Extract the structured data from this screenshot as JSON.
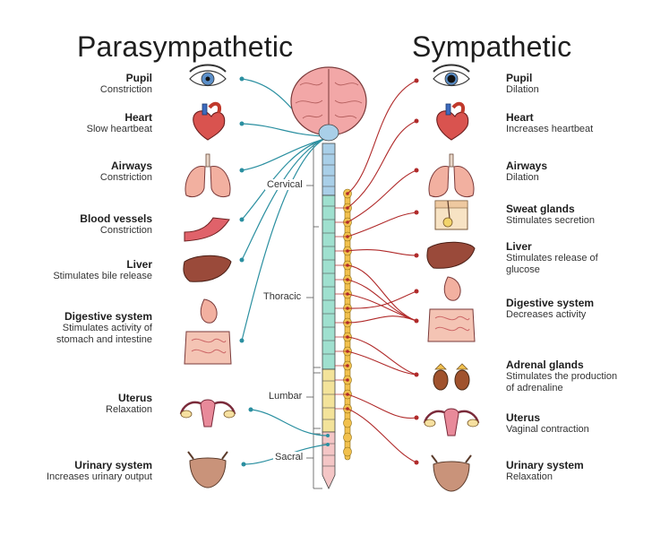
{
  "titles": {
    "left": "Parasympathetic",
    "right": "Sympathetic"
  },
  "parasympathetic": [
    {
      "name": "Pupil",
      "desc": [
        "Constriction"
      ]
    },
    {
      "name": "Heart",
      "desc": [
        "Slow heartbeat"
      ]
    },
    {
      "name": "Airways",
      "desc": [
        "Constriction"
      ]
    },
    {
      "name": "Blood vessels",
      "desc": [
        "Constriction"
      ]
    },
    {
      "name": "Liver",
      "desc": [
        "Stimulates bile release"
      ]
    },
    {
      "name": "Digestive system",
      "desc": [
        "Stimulates activity of",
        "stomach and intestine"
      ]
    },
    {
      "name": "Uterus",
      "desc": [
        "Relaxation"
      ]
    },
    {
      "name": "Urinary system",
      "desc": [
        "Increases urinary output"
      ]
    }
  ],
  "sympathetic": [
    {
      "name": "Pupil",
      "desc": [
        "Dilation"
      ]
    },
    {
      "name": "Heart",
      "desc": [
        "Increases heartbeat"
      ]
    },
    {
      "name": "Airways",
      "desc": [
        "Dilation"
      ]
    },
    {
      "name": "Sweat glands",
      "desc": [
        "Stimulates secretion"
      ]
    },
    {
      "name": "Liver",
      "desc": [
        "Stimulates release of",
        "glucose"
      ]
    },
    {
      "name": "Digestive system",
      "desc": [
        "Decreases activity"
      ]
    },
    {
      "name": "Adrenal glands",
      "desc": [
        "Stimulates the production",
        "of adrenaline"
      ]
    },
    {
      "name": "Uterus",
      "desc": [
        "Vaginal contraction"
      ]
    },
    {
      "name": "Urinary system",
      "desc": [
        "Relaxation"
      ]
    }
  ],
  "spine_regions": [
    "Cervical",
    "Thoracic",
    "Lumbar",
    "Sacral"
  ],
  "colors": {
    "parasympathetic_nerve": "#2a8fa0",
    "sympathetic_nerve": "#b02a2a",
    "cervical": "#a9cfe8",
    "thoracic": "#9fe0cf",
    "lumbar": "#f3e39a",
    "sacral": "#f4c6c6",
    "ganglion_chain": "#f2c14e",
    "brain": "#f2a7a7"
  }
}
